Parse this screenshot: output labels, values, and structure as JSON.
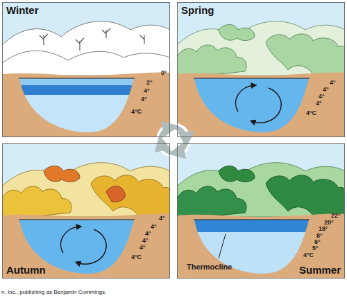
{
  "diagram": {
    "nodes": [
      {
        "text": [
          "Winter"
        ]
      },
      {
        "text": [
          "Spring"
        ]
      },
      {
        "text": [
          "Autumn"
        ]
      },
      {
        "text": [
          "Summer"
        ]
      }
    ],
    "labels": [
      "0°",
      "2°",
      "4°",
      "4°",
      "4°C",
      "4°",
      "4°",
      "4°",
      "4°",
      "4°C",
      "4°",
      "4°",
      "4°",
      "4°",
      "4°",
      "4°C",
      "22°",
      "20°",
      "18°",
      "8°",
      "6°",
      "5°",
      "4°C",
      "Thermocline",
      "n, Inc., publishing as Benjamin Cummings."
    ]
  }
}
